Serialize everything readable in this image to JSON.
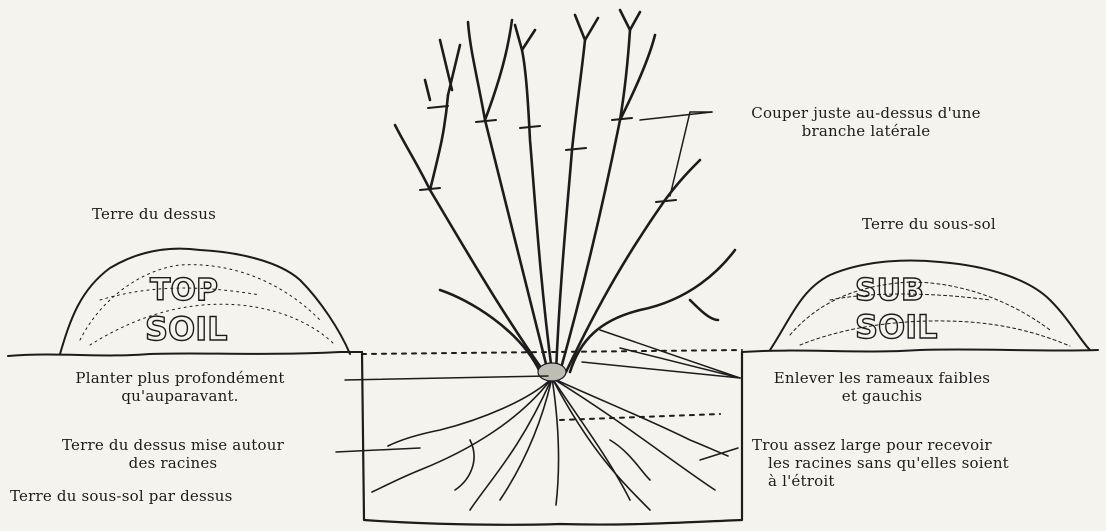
{
  "labels": {
    "cut_line1": "Couper juste au-dessus d'une",
    "cut_line2": "branche latérale",
    "topsoil_title": "Terre du dessus",
    "subsoil_title": "Terre du sous-sol",
    "plant_deeper_line1": "Planter plus profondément",
    "plant_deeper_line2": "qu'auparavant.",
    "remove_weak_line1": "Enlever les rameaux faibles",
    "remove_weak_line2": "et gauchis",
    "topsoil_around_line1": "Terre du dessus mise autour",
    "topsoil_around_line2": "des racines",
    "subsoil_over": "Terre du sous-sol par dessus",
    "hole_line1": "Trou assez large pour recevoir",
    "hole_line2": "les racines sans qu'elles soient",
    "hole_line3": "à l'étroit"
  },
  "pile_text": {
    "top_word1": "TOP",
    "top_word2": "SOIL",
    "sub_word1": "SUB",
    "sub_word2": "SOIL"
  },
  "colors": {
    "background": "#f4f3ee",
    "ink": "#1c1c1c"
  }
}
